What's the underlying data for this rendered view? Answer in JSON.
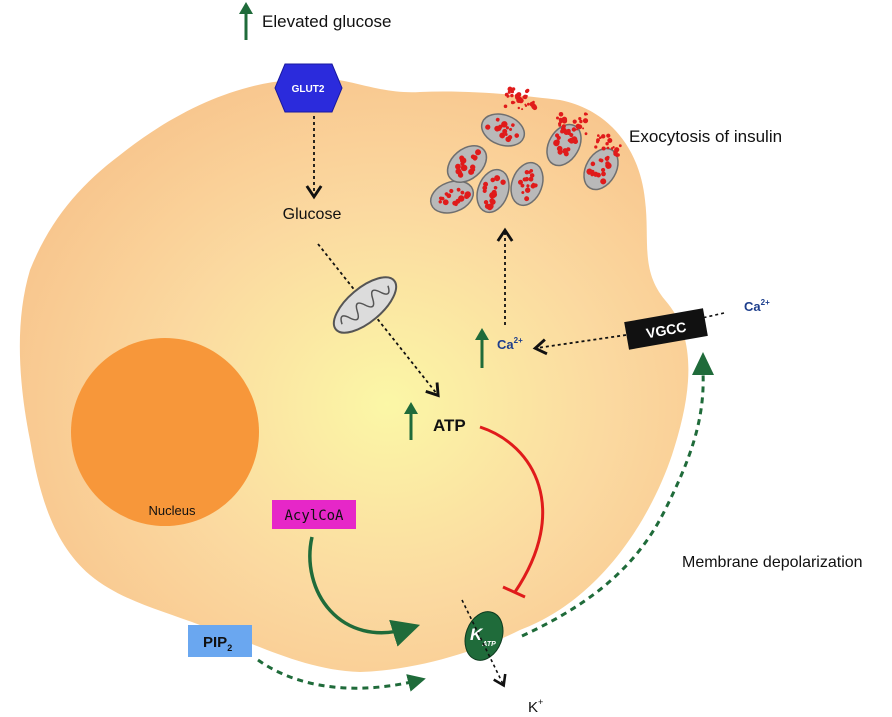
{
  "labels": {
    "elevated_glucose": "Elevated glucose",
    "glut2": "GLUT2",
    "glucose": "Glucose",
    "exocytosis": "Exocytosis of insulin",
    "vgcc": "VGCC",
    "ca_outside": "Ca",
    "ca_outside_sup": "2+",
    "ca_inside": "Ca",
    "ca_inside_sup": "2+",
    "atp": "ATP",
    "nucleus": "Nucleus",
    "acylcoa": "AcylCoA",
    "pip_base": "PIP",
    "pip_sub": "2",
    "membrane_depolarization": "Membrane depolarization",
    "katp_k": "K",
    "katp_sub": "ATP",
    "k_ion": "K",
    "k_ion_sup": "+"
  },
  "colors": {
    "cell_fill": "#f9c98f",
    "cell_center": "#fbf7a6",
    "nucleus": "#f7973a",
    "up_arrow": "#1f6b3a",
    "dashed_green": "#1f6b3a",
    "inhibition": "#e01b1b",
    "glut2": "#2b2bdc",
    "acylcoa": "#e627c8",
    "pip2": "#6aa7f0",
    "ca_text": "#1d3e8c",
    "vgcc": "#111111",
    "vesicle": "#b9b9b9",
    "granule": "#e01b1b"
  },
  "icons": [
    "up-arrow-icon",
    "mitochondrion-icon",
    "insulin-vesicle-icon",
    "katp-channel-icon"
  ]
}
